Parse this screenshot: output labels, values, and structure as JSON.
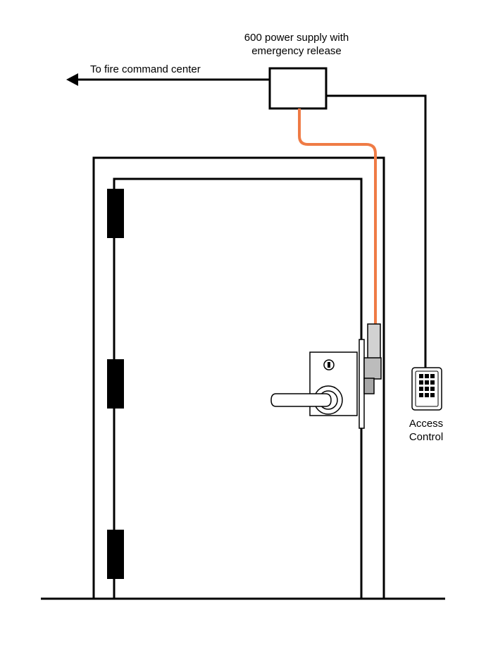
{
  "labels": {
    "power_supply_line1": "600 power supply with",
    "power_supply_line2": "emergency release",
    "fire_command": "To fire command center",
    "access_control_line1": "Access",
    "access_control_line2": "Control"
  },
  "colors": {
    "line": "#000000",
    "power_cable": "#ef7b45",
    "hardware_fill": "#ffffff",
    "strike_gray": "#a7a7a7"
  },
  "icons": {
    "arrow": "arrow-left-icon",
    "keypad": "keypad-icon",
    "key_cylinder": "key-cylinder-icon",
    "lever_handle": "lever-handle-icon"
  }
}
